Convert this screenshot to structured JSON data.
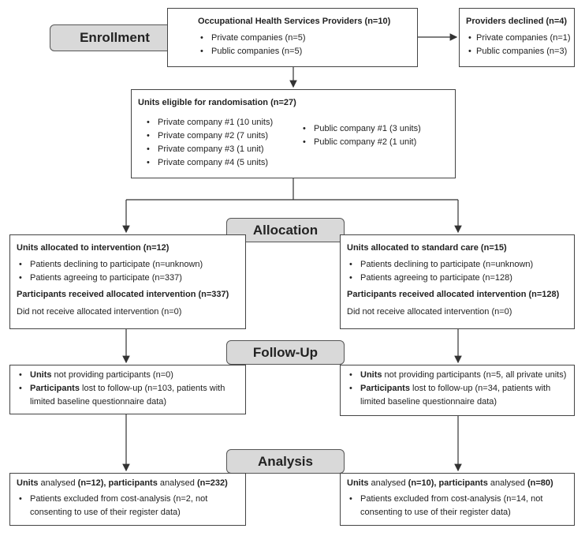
{
  "stages": {
    "enrollment": "Enrollment",
    "allocation": "Allocation",
    "follow_up": "Follow-Up",
    "analysis": "Analysis"
  },
  "providers": {
    "title": "Occupational Health Services Providers (n=10)",
    "items": [
      "Private companies (n=5)",
      "Public companies (n=5)"
    ]
  },
  "declined": {
    "title": "Providers declined (n=4)",
    "items": [
      "Private companies (n=1)",
      "Public companies (n=3)"
    ]
  },
  "eligible": {
    "title": "Units eligible for randomisation (n=27)",
    "left_items": [
      "Private company #1 (10 units)",
      "Private company #2 (7 units)",
      "Private company #3 (1 unit)",
      "Private company #4 (5 units)"
    ],
    "right_items": [
      "Public company #1 (3 units)",
      "Public company #2 (1 unit)"
    ]
  },
  "intervention": {
    "title": "Units allocated to intervention (n=12)",
    "items": [
      "Patients declining to participate (n=unknown)",
      "Patients agreeing to participate (n=337)"
    ],
    "received": "Participants received allocated intervention (n=337)",
    "not_received": "Did not receive allocated intervention (n=0)"
  },
  "standard": {
    "title": "Units allocated to standard care (n=15)",
    "items": [
      "Patients declining to participate (n=unknown)",
      "Patients agreeing to participate (n=128)"
    ],
    "received": "Participants received allocated intervention (n=128)",
    "not_received": "Did not receive allocated intervention (n=0)"
  },
  "followup_left": {
    "units_bold": "Units",
    "units_rest": " not providing participants (n=0)",
    "part_bold": "Participants",
    "part_rest": " lost to follow-up (n=103, patients with",
    "part_cont": "limited baseline questionnaire data)"
  },
  "followup_right": {
    "units_bold": "Units",
    "units_rest": " not providing participants (n=5, all private units)",
    "part_bold": "Participants",
    "part_rest": " lost to follow-up (n=34, patients with",
    "part_cont": "limited baseline questionnaire data)"
  },
  "analysis_left": {
    "units_bold": "Units",
    "analysed1": " analysed ",
    "units_n": "(n=12), participants",
    "analysed2": " analysed ",
    "part_n": "(n=232)",
    "item": "Patients excluded from cost-analysis (n=2, not",
    "item_cont": "consenting to use of their register data)"
  },
  "analysis_right": {
    "units_bold": "Units",
    "analysed1": " analysed ",
    "units_n": "(n=10), participants",
    "analysed2": " analysed ",
    "part_n": "(n=80)",
    "item": "Patients excluded from cost-analysis (n=14, not",
    "item_cont": "consenting to use of their register data)"
  }
}
